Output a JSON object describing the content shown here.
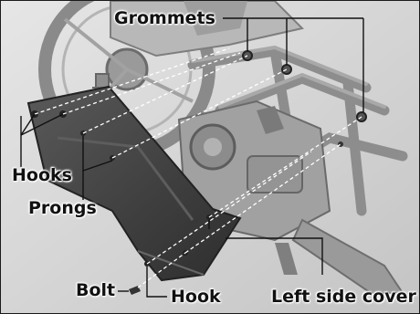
{
  "callouts": {
    "grommets": "Grommets",
    "hooks_left": "Hooks",
    "prongs": "Prongs",
    "bolt": "Bolt",
    "hook_bottom": "Hook",
    "left_side_cover": "Left side cover"
  },
  "colors": {
    "background": "#d2d2d2",
    "frame": "#1a1a1a",
    "cover_panel": "#454545",
    "leader_line": "#111111",
    "dashed_line": "#ffffff"
  }
}
